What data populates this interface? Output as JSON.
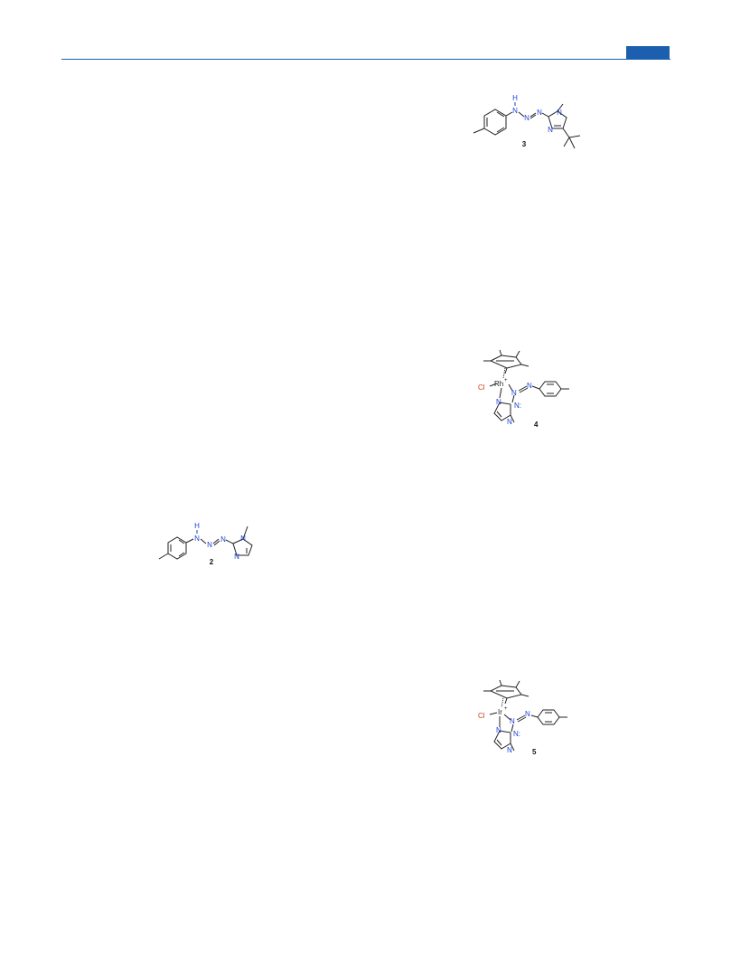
{
  "header": {
    "accent_color": "#1b5fae"
  },
  "atom_colors": {
    "nitrogen": "#1a3fd6",
    "chlorine": "#d23a1a",
    "carbon_bond": "#222222"
  },
  "compounds": [
    {
      "id": "compound-3",
      "label": "3",
      "atoms": {
        "n_h": "H",
        "n1": "N",
        "n2": "N",
        "n3": "N",
        "ring_n1": "N",
        "ring_n2": "N"
      }
    },
    {
      "id": "compound-4",
      "label": "4",
      "metal": "Rh",
      "metal_charge": "+",
      "halide": "Cl",
      "atoms": {
        "n_a": "N",
        "n_b": "N",
        "n_c": "N:",
        "ring_n1": "N",
        "ring_n2": "N"
      }
    },
    {
      "id": "compound-2",
      "label": "2",
      "atoms": {
        "n_h": "H",
        "n1": "N",
        "n2": "N",
        "n3": "N",
        "ring_n1": "N",
        "ring_n2": "N"
      }
    },
    {
      "id": "compound-5",
      "label": "5",
      "metal": "Ir",
      "metal_charge": "+",
      "halide": "Cl",
      "atoms": {
        "n_a": "N",
        "n_b": "N",
        "n_c": "N:",
        "ring_n1": "N",
        "ring_n2": "N"
      }
    }
  ]
}
